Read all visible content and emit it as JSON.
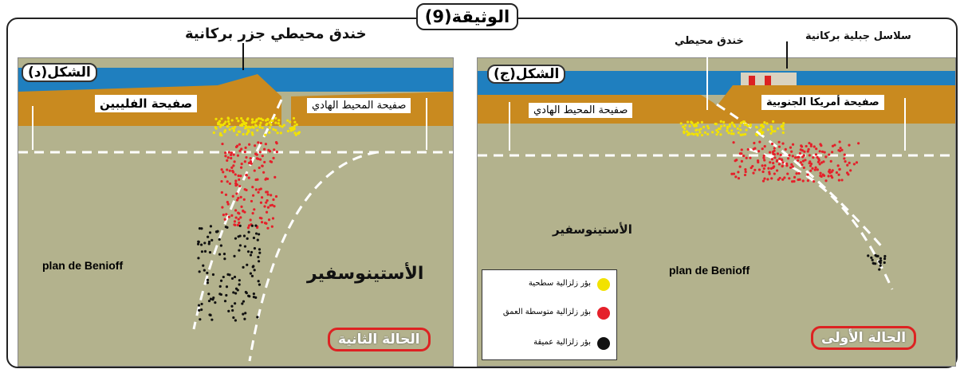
{
  "document_title": "الوثيقة(9)",
  "left_figure": {
    "figure_label": "الشكل(د)",
    "top_label": "خندق محيطي جزر بركانية",
    "plate_main": "صفيحة الفليبين",
    "plate_ocean": "صفيحة المحيط الهادي",
    "asthenosphere": "الأستينوسفير",
    "benioff": "plan de Benioff",
    "case": "الحالة الثانية"
  },
  "right_figure": {
    "figure_label": "الشكل(ج)",
    "trench_label": "خندق محيطي",
    "mountain_label": "سلاسل جبلية بركانية",
    "plate_ocean": "صفيحة المحيط الهادي",
    "plate_main": "صفيحة أمريكا الجنوبية",
    "asthenosphere": "الأستينوسفير",
    "benioff": "plan de Benioff",
    "case": "الحالة الأولى"
  },
  "legend": {
    "items": [
      {
        "label": "بؤر زلزالية سطحية",
        "color": "#f2e200"
      },
      {
        "label": "بؤر زلزالية متوسطة العمق",
        "color": "#e5202a"
      },
      {
        "label": "بؤر زلزالية عميقة",
        "color": "#111111"
      }
    ]
  },
  "colors": {
    "ocean": "#1f7fbf",
    "plate": "#c98a1f",
    "mantle": "#b3b28d",
    "case_border": "#d22222"
  }
}
